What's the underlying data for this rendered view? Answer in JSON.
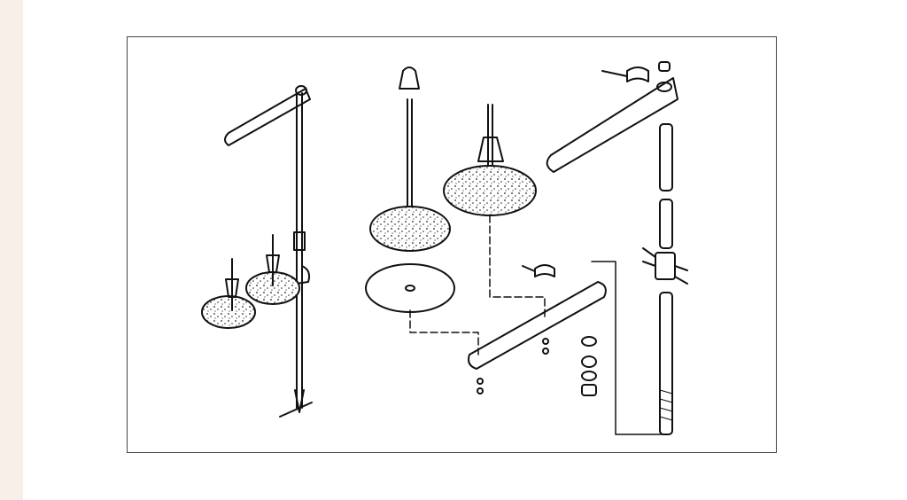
{
  "page": {
    "side_strip_color": "#f7efe8",
    "frame_color": "#444444",
    "line_color": "#111111"
  },
  "figure": {
    "kind": "exploded-assembly-line-drawing",
    "parts": [
      "thread-stand-rod",
      "spool-holder-arm",
      "spool-discs",
      "spindles",
      "cone-caps",
      "clamps",
      "washers-and-nuts",
      "upper-guide-arm"
    ]
  }
}
